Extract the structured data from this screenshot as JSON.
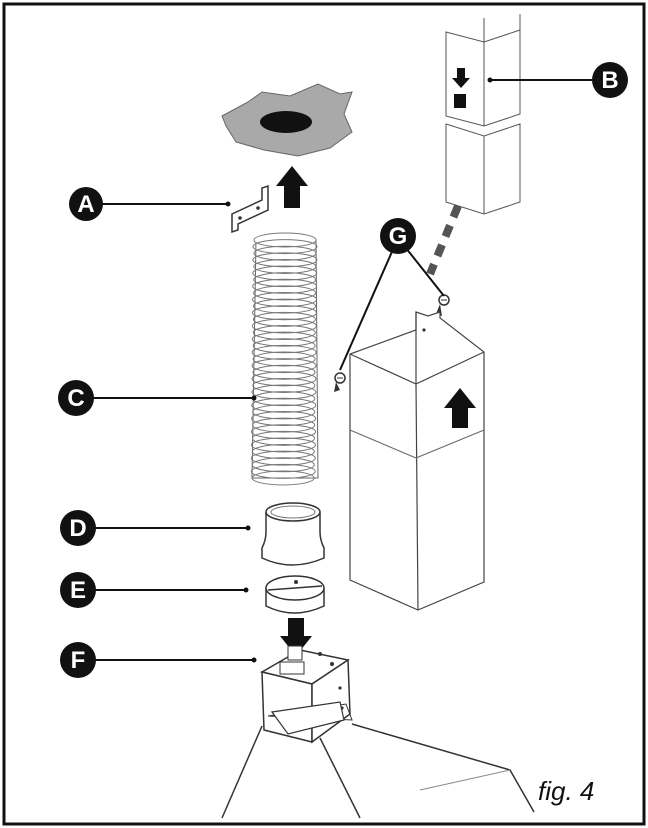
{
  "callouts": {
    "a": "A",
    "b": "B",
    "c": "C",
    "d": "D",
    "e": "E",
    "f": "F",
    "g": "G"
  },
  "caption": "fig. 4",
  "colors": {
    "frame": "#111111",
    "badge": "#111111",
    "ceiling_plate": "#a9a9a9",
    "duct_fill": "#ffffff",
    "stroke": "#333333",
    "dashed_guide": "#555555"
  },
  "icons": {
    "arrow_up": "arrow-up-icon",
    "arrow_down": "arrow-down-icon",
    "screw": "screw-icon"
  }
}
